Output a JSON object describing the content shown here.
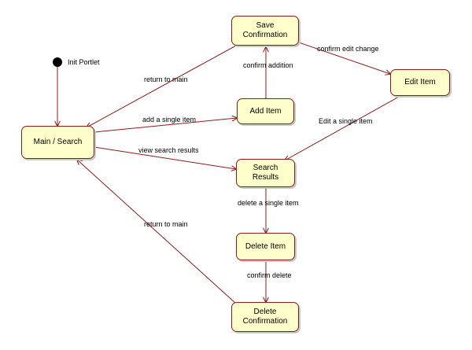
{
  "states": {
    "main": "Main / Search",
    "save": "Save\nConfirmation",
    "add": "Add Item",
    "edit": "Edit Item",
    "results": "Search\nResults",
    "del": "Delete Item",
    "delconf": "Delete\nConfirmation"
  },
  "initial": {
    "label": "Init Portlet"
  },
  "transitions": {
    "return_main_save": "return to main",
    "confirm_addition": "confirm addition",
    "confirm_edit_change": "confirm edit change",
    "add_single_item": "add a single item",
    "edit_single_item": "Edit a single item",
    "view_search_results": "view search results",
    "delete_single_item": "delete a single item",
    "confirm_delete": "confirm delete",
    "return_main_delete": "return to main"
  },
  "colors": {
    "line": "#8a1c1c",
    "fill": "#ffffcc",
    "shadow": "#c9c9c9"
  }
}
